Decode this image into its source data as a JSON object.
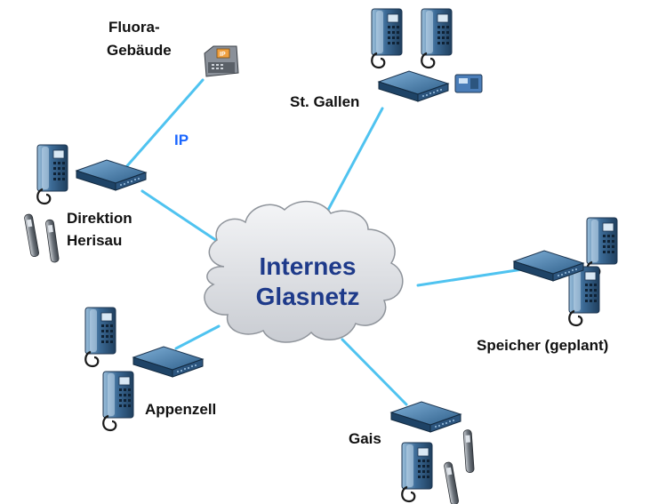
{
  "diagram": {
    "cloud": {
      "line1": "Internes",
      "line2": "Glasnetz"
    },
    "ip_label": "IP",
    "sites": {
      "fluora": {
        "line1": "Fluora-",
        "line2": "Gebäude"
      },
      "stgallen": {
        "line1": "St. Gallen"
      },
      "herisau": {
        "line1": "Direktion",
        "line2": "Herisau"
      },
      "speicher": {
        "line1": "Speicher (geplant)"
      },
      "appenzell": {
        "line1": "Appenzell"
      },
      "gais": {
        "line1": "Gais"
      }
    }
  },
  "colors": {
    "link": "#4fc3f0",
    "cloud_label": "#1e3a8a",
    "ip_label": "#1a66ff",
    "phone_body": "#3d6c98",
    "router_body": "#2f5f8a"
  },
  "icons": [
    "desk-phone-icon",
    "ip-phone-icon",
    "router-icon",
    "dect-handset-icon",
    "cloud-icon",
    "modem-icon"
  ]
}
